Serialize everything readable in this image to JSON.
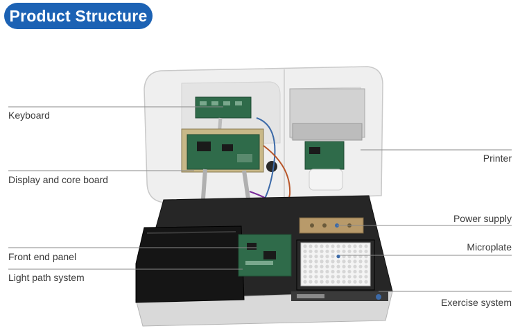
{
  "header": {
    "title": "Product Structure"
  },
  "labels": {
    "keyboard": "Keyboard",
    "display_core": "Display and core board",
    "front_end": "Front end panel",
    "light_path": "Light path system",
    "printer": "Printer",
    "power_supply": "Power supply",
    "microplate": "Microplate",
    "exercise_system": "Exercise system"
  },
  "colors": {
    "brand_blue": "#1c62b4",
    "pcb_green": "#2f6b4a",
    "housing_white": "#eeeeee",
    "housing_black": "#1d1d1d"
  }
}
